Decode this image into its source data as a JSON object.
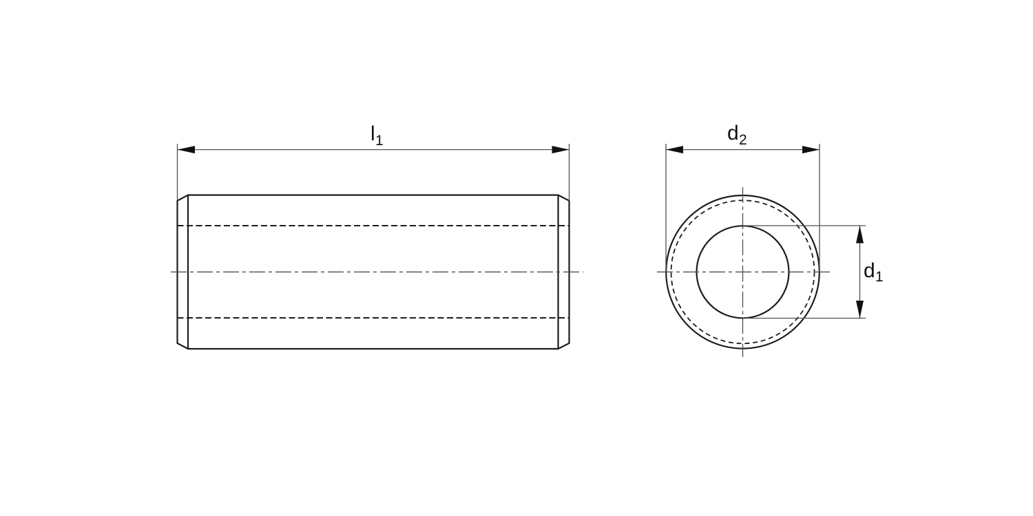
{
  "labels": {
    "length": {
      "base": "l",
      "sub": "1"
    },
    "outer_diameter": {
      "base": "d",
      "sub": "2"
    },
    "inner_diameter": {
      "base": "d",
      "sub": "1"
    }
  },
  "colors": {
    "outline": "#1c1c1c",
    "thin_line": "#4f4f4f",
    "arrow": "#111111",
    "background": "#ffffff"
  }
}
